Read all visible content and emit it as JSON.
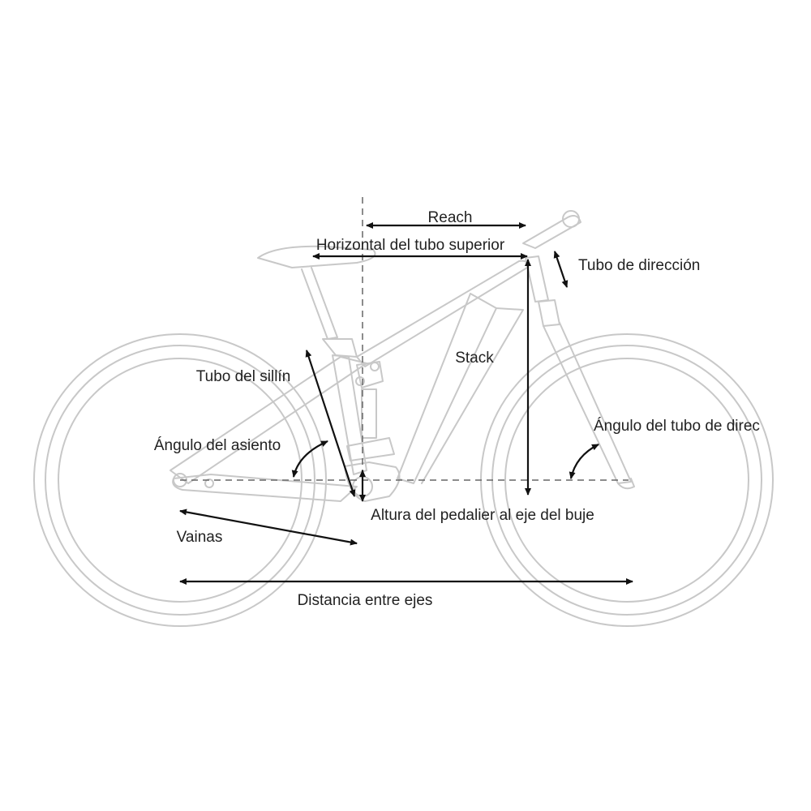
{
  "labels": {
    "reach": "Reach",
    "top_tube": "Horizontal del tubo superior",
    "head_tube": "Tubo de dirección",
    "stack": "Stack",
    "seat_tube": "Tubo del sillín",
    "seat_angle": "Ángulo del asiento",
    "head_angle": "Ángulo del tubo de direc",
    "bb_drop": "Altura del pedalier al eje del buje",
    "chainstay": "Vainas",
    "wheelbase": "Distancia entre ejes"
  },
  "colors": {
    "frame_outline": "#c8c8c8",
    "arrows": "#111111",
    "text": "#222222"
  }
}
